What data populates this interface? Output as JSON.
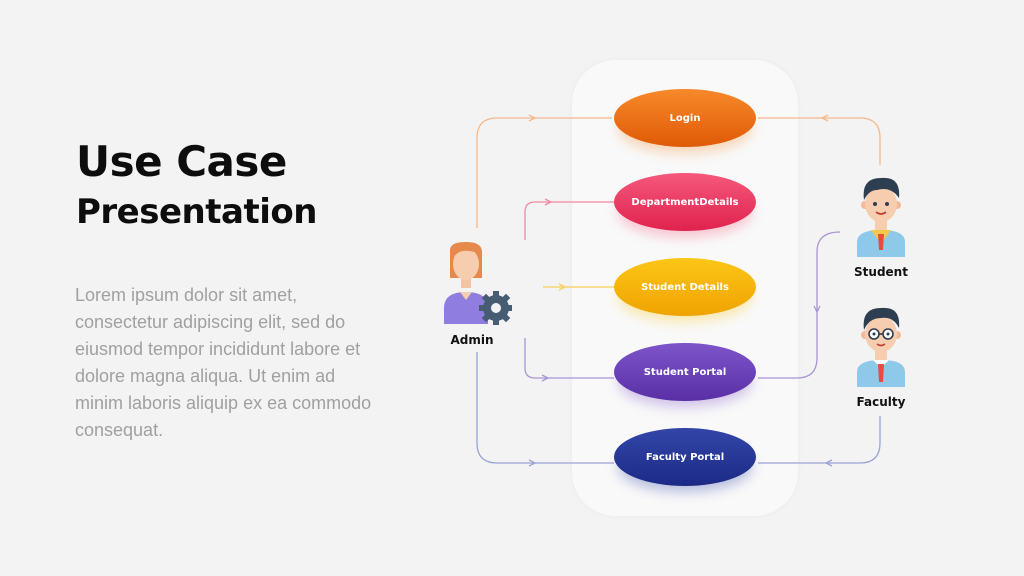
{
  "heading": {
    "line1": "Use Case",
    "line2": "Presentation"
  },
  "body": "Lorem ipsum dolor sit amet, consectetur adipiscing elit, sed do eiusmod tempor incididunt labore et dolore magna aliqua. Ut enim ad minim laboris aliquip ex ea commodo consequat.",
  "use_cases": [
    {
      "label_lines": [
        "Login"
      ],
      "color_top": "#f7892a",
      "color_bottom": "#e05a06"
    },
    {
      "label_lines": [
        "Department",
        "Details"
      ],
      "color_top": "#f5587c",
      "color_bottom": "#e0224e"
    },
    {
      "label_lines": [
        "Student Details"
      ],
      "color_top": "#fcc617",
      "color_bottom": "#f0a300"
    },
    {
      "label_lines": [
        "Student Portal"
      ],
      "color_top": "#7d55c9",
      "color_bottom": "#5a2fa6"
    },
    {
      "label_lines": [
        "Faculty Portal"
      ],
      "color_top": "#3346a8",
      "color_bottom": "#1b2a85"
    }
  ],
  "actors": {
    "admin": {
      "label": "Admin",
      "icon": "admin-avatar-icon"
    },
    "student": {
      "label": "Student",
      "icon": "student-avatar-icon"
    },
    "faculty": {
      "label": "Faculty",
      "icon": "faculty-avatar-icon"
    }
  },
  "connector_colors": {
    "login": "#f5b98a",
    "department": "#f08aa2",
    "student_details": "#f7cf5a",
    "student_portal": "#a996d6",
    "faculty_portal": "#9aa3d4"
  }
}
